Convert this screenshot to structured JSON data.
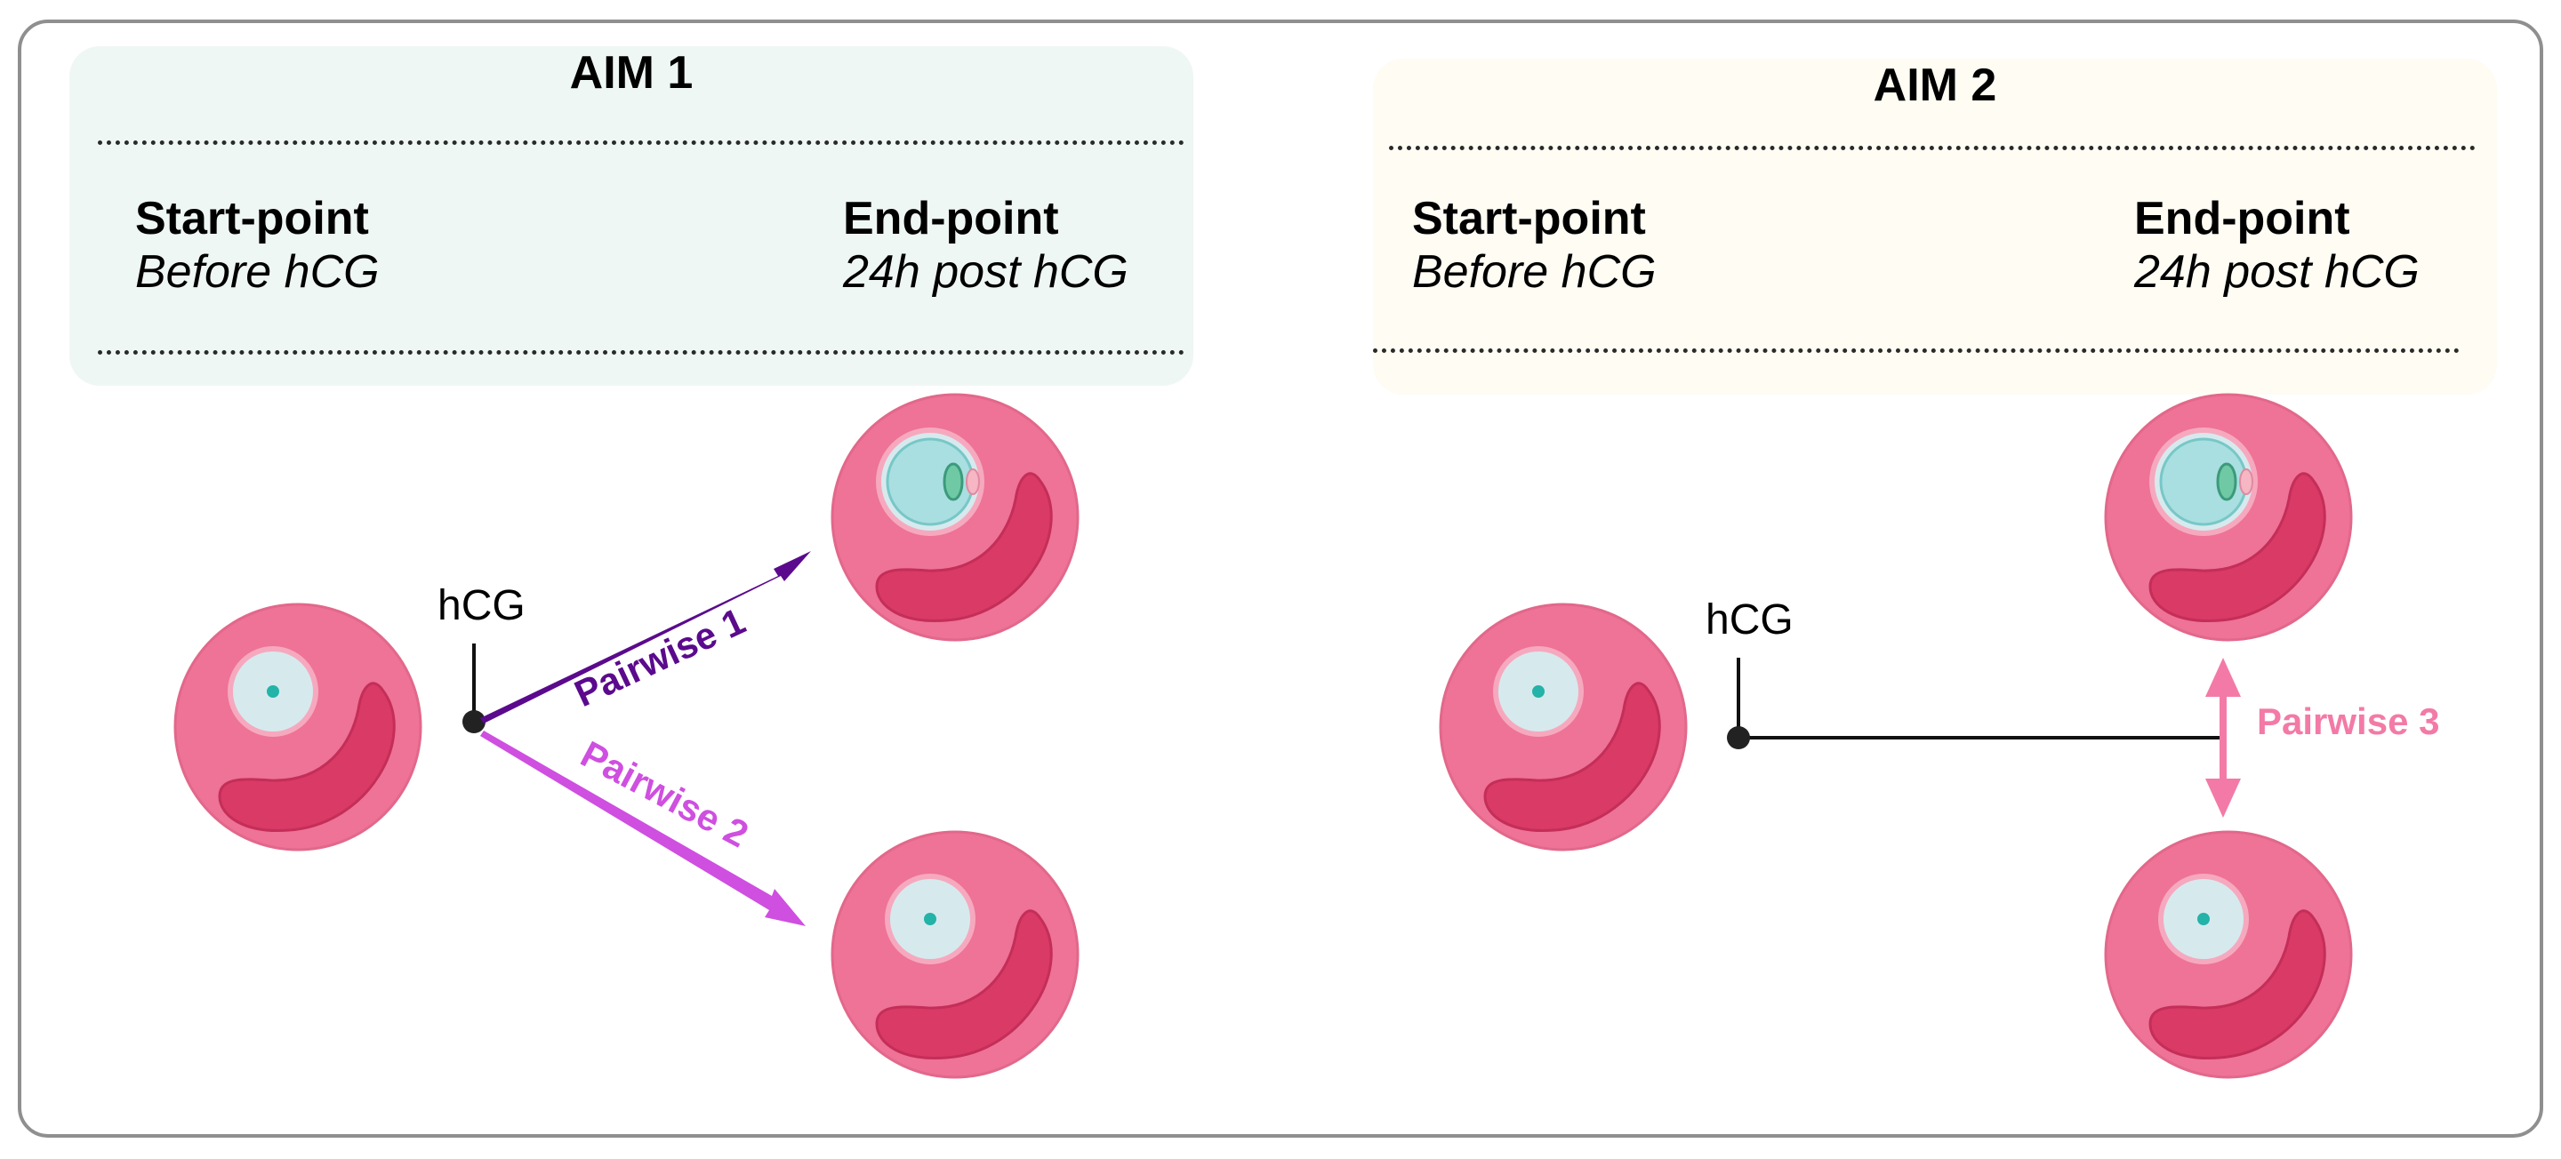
{
  "colors": {
    "aim1_bg": "#eff7f5",
    "aim2_bg": "#fefcf3",
    "cell_outer": "#ee7396",
    "cell_inner": "#d93a66",
    "oocyte": "#d6eaee",
    "pairwise1": "#5b0a8d",
    "pairwise2": "#cf4fe0",
    "pairwise3": "#f37aa6"
  },
  "aim1": {
    "title": "AIM 1",
    "start_label": "Start-point",
    "start_sub": "Before hCG",
    "end_label": "End-point",
    "end_sub": "24h post hCG",
    "trigger": "hCG",
    "pairwise_a": "Pairwise 1",
    "pairwise_b": "Pairwise 2"
  },
  "aim2": {
    "title": "AIM 2",
    "start_label": "Start-point",
    "start_sub": "Before hCG",
    "end_label": "End-point",
    "end_sub": "24h post hCG",
    "trigger": "hCG",
    "pairwise_c": "Pairwise 3"
  }
}
